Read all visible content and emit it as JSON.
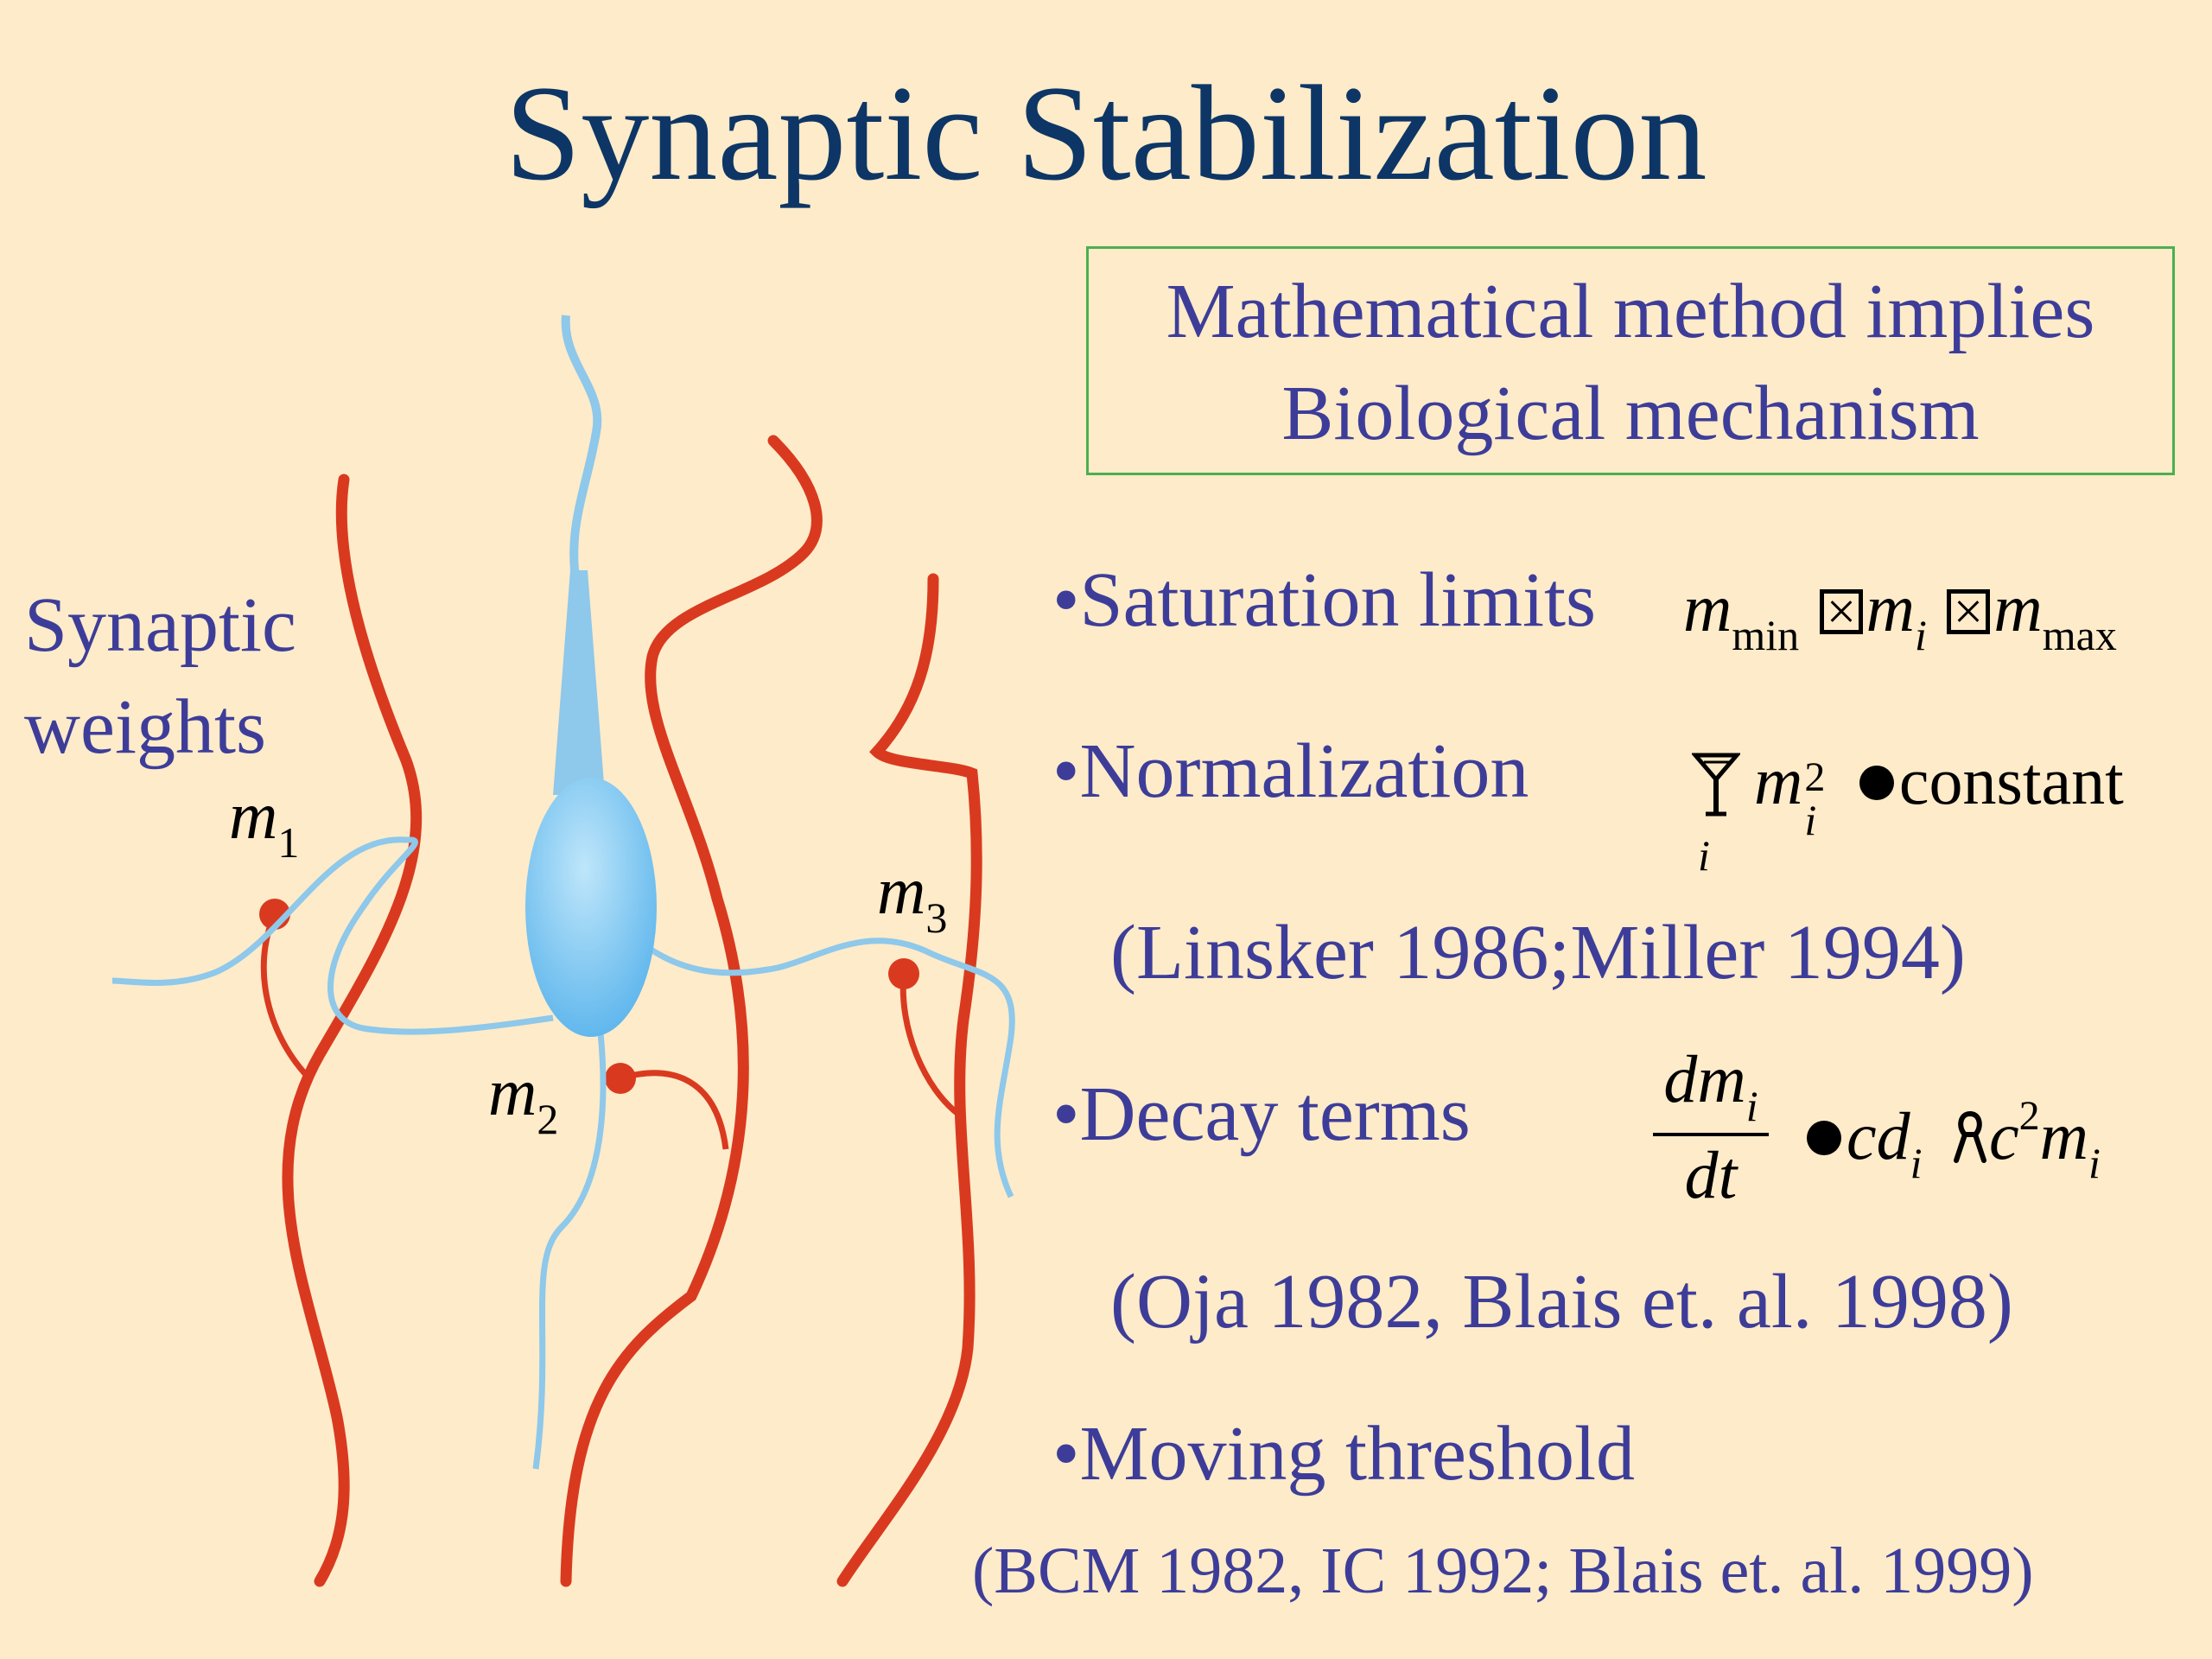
{
  "title": "Synaptic Stabilization",
  "callout": {
    "line1": "Mathematical method implies",
    "line2": "Biological mechanism"
  },
  "diagram": {
    "label_line1": "Synaptic",
    "label_line2": "weights",
    "weights": [
      {
        "symbol": "m",
        "index": "1"
      },
      {
        "symbol": "m",
        "index": "2"
      },
      {
        "symbol": "m",
        "index": "3"
      }
    ],
    "colors": {
      "axon": "#D93A1F",
      "dendrite": "#8EC8EA",
      "soma": "#6FC1EF"
    }
  },
  "bullets": [
    {
      "text": "•Saturation limits",
      "math": {
        "m": "m",
        "min": "min",
        "mi": "m",
        "i": "i",
        "max": "max"
      }
    },
    {
      "text": "•Normalization",
      "math": {
        "sum_index": "i",
        "m": "m",
        "i": "i",
        "exp": "2",
        "rhs": "constant"
      }
    },
    {
      "text": "•Decay terms",
      "math": {
        "num": "dm",
        "num_sub": "i",
        "den": "dt",
        "c": "cd",
        "c_sub": "i",
        "c2": "c",
        "exp": "2",
        "m": "m",
        "m_sub": "i"
      }
    },
    {
      "text": "•Moving threshold"
    }
  ],
  "citations": {
    "normalization": "(Linsker 1986;Miller 1994)",
    "decay": "(Oja 1982, Blais et. al. 1998)",
    "threshold": "(BCM 1982,  IC 1992; Blais et. al. 1999)"
  }
}
